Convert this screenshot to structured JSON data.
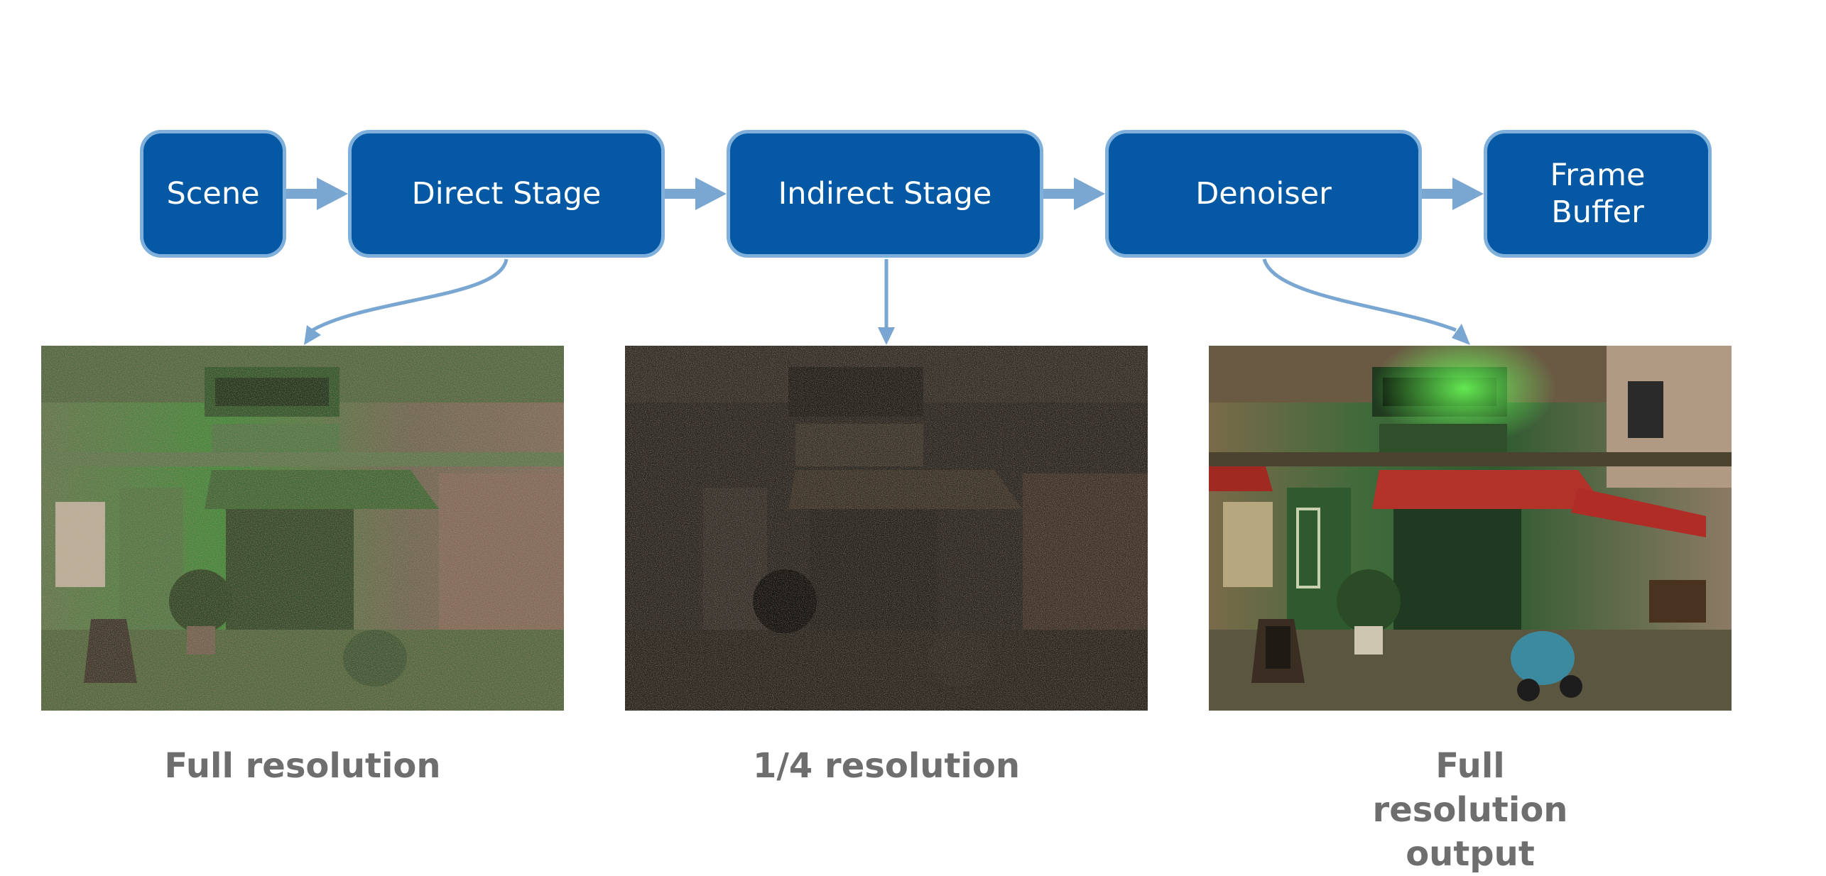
{
  "stages": {
    "scene": "Scene",
    "direct": "Direct Stage",
    "indirect": "Indirect Stage",
    "denoiser": "Denoiser",
    "frame_buffer": "Frame Buffer"
  },
  "captions": {
    "direct": "Full resolution",
    "indirect": "1/4 resolution",
    "denoiser": "Full resolution output"
  },
  "colors": {
    "stage_fill": "#0458a4",
    "stage_border": "#7fb0dc",
    "arrow": "#7aa6d2",
    "caption_text": "#6e6e6e"
  },
  "images": {
    "direct": "noisy green-tinted street cafe render",
    "indirect": "dark noisy street cafe render",
    "denoiser": "clean denoised street cafe render"
  }
}
